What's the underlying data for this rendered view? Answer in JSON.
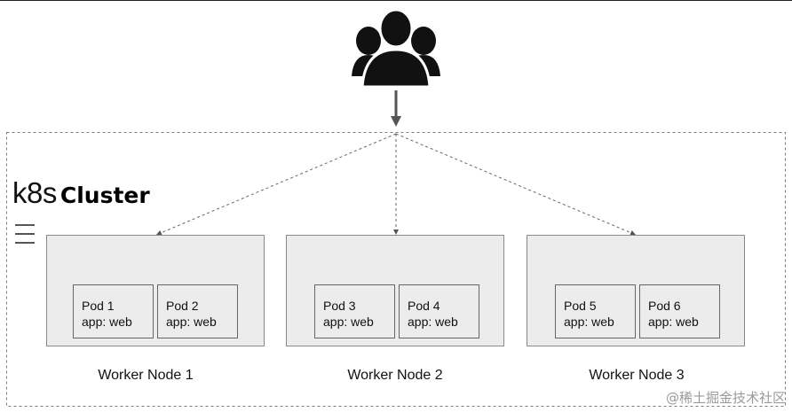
{
  "cluster": {
    "logo_text": "k8s",
    "title": "Cluster"
  },
  "users": {
    "icon": "users-group-icon"
  },
  "nodes": [
    {
      "label": "Worker Node 1",
      "pods": [
        {
          "name": "Pod 1",
          "tag": "app: web"
        },
        {
          "name": "Pod 2",
          "tag": "app: web"
        }
      ]
    },
    {
      "label": "Worker Node 2",
      "pods": [
        {
          "name": "Pod 3",
          "tag": "app: web"
        },
        {
          "name": "Pod 4",
          "tag": "app: web"
        }
      ]
    },
    {
      "label": "Worker Node 3",
      "pods": [
        {
          "name": "Pod 5",
          "tag": "app: web"
        },
        {
          "name": "Pod 6",
          "tag": "app: web"
        }
      ]
    }
  ],
  "watermark": "@稀土掘金技术社区",
  "colors": {
    "icon": "#111111",
    "node_fill": "#ececec",
    "border": "#888888",
    "arrow": "#555555"
  }
}
